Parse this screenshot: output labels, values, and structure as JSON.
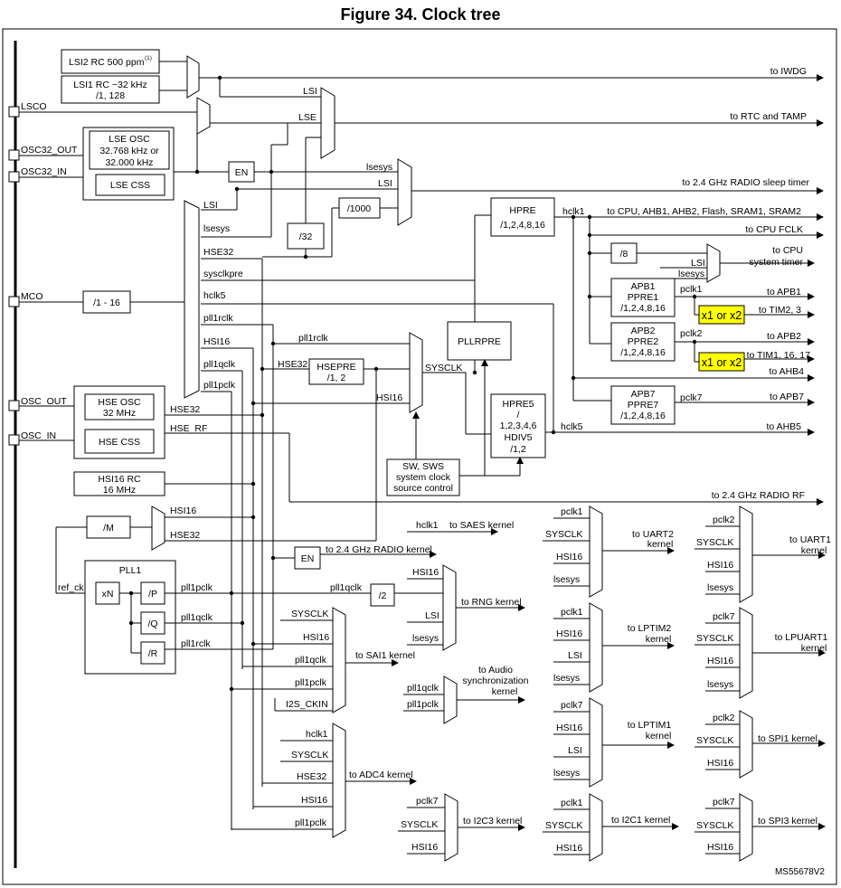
{
  "title": "Figure 34. Clock tree",
  "doc_id": "MS55678V2",
  "pins": {
    "lsco": "LSCO",
    "osc32_out": "OSC32_OUT",
    "osc32_in": "OSC32_IN",
    "mco": "MCO",
    "osc_out": "OSC_OUT",
    "osc_in": "OSC_IN"
  },
  "blocks": {
    "lsi2": "LSI2 RC 500 ppm",
    "lsi2_sup": "(1)",
    "lsi1_l1": "LSI1 RC ~32 kHz",
    "lsi1_l2": "/1, 128",
    "lse_osc_l1": "LSE OSC",
    "lse_osc_l2": "32.768 kHz or",
    "lse_osc_l3": "32.000 kHz",
    "lse_css": "LSE CSS",
    "en": "EN",
    "div32": "/32",
    "div1000": "/1000",
    "mco_div": "/1 - 16",
    "hse_osc_l1": "HSE OSC",
    "hse_osc_l2": "32 MHz",
    "hse_css": "HSE CSS",
    "hsi16_l1": "HSI16 RC",
    "hsi16_l2": "16 MHz",
    "divm": "/M",
    "pll1": "PLL1",
    "xn": "xN",
    "divp": "/P",
    "divq": "/Q",
    "divr": "/R",
    "hsepre_l1": "HSEPRE",
    "hsepre_l2": "/1, 2",
    "pllrpre": "PLLRPRE",
    "hpre_l1": "HPRE",
    "hpre_l2": "/1,2,4,8,16",
    "hpre5_l1": "HPRE5",
    "hpre5_l2": "/",
    "hpre5_l3": "1,2,3,4,6",
    "hpre5_l4": "HDIV5",
    "hpre5_l5": "/1,2",
    "sw_l1": "SW, SWS",
    "sw_l2": "system clock",
    "sw_l3": "source control",
    "div8": "/8",
    "apb1_l1": "APB1",
    "apb1_l2": "PPRE1",
    "apb1_l3": "/1,2,4,8,16",
    "apb2_l1": "APB2",
    "apb2_l2": "PPRE2",
    "apb2_l3": "/1,2,4,8,16",
    "apb7_l1": "APB7",
    "apb7_l2": "PPRE7",
    "apb7_l3": "/1,2,4,8,16",
    "x1x2": "x1 or x2",
    "en2": "EN",
    "div2": "/2"
  },
  "signals": {
    "lsi": "LSI",
    "lse": "LSE",
    "lsesys": "lsesys",
    "hse32": "HSE32",
    "sysclkpre": "sysclkpre",
    "hclk5": "hclk5",
    "pll1rclk": "pll1rclk",
    "hsi16": "HSI16",
    "pll1qclk": "pll1qclk",
    "pll1pclk": "pll1pclk",
    "hse_rf": "HSE_RF",
    "ref_ck": "ref_ck",
    "sysclk": "SYSCLK",
    "hclk1": "hclk1",
    "pclk1": "pclk1",
    "pclk2": "pclk2",
    "pclk7": "pclk7",
    "i2s_ckin": "I2S_CKIN"
  },
  "outputs": {
    "iwdg": "to IWDG",
    "rtc": "to RTC and TAMP",
    "radio_sleep": "to 2.4 GHz RADIO sleep timer",
    "cpu_ahb": "to CPU, AHB1, AHB2, Flash, SRAM1, SRAM2",
    "cpu_fclk": "to CPU FCLK",
    "cpu_systimer_l1": "to CPU",
    "cpu_systimer_l2": "system timer",
    "apb1": "to APB1",
    "tim23": "to TIM2, 3",
    "apb2": "to APB2",
    "tim11617": "to TIM1, 16, 17",
    "ahb4": "to AHB4",
    "apb7": "to APB7",
    "ahb5": "to AHB5",
    "radio_rf": "to 2.4 GHz RADIO RF",
    "saes": "to SAES kernel",
    "radio_kernel": "to 2.4 GHz RADIO kernel",
    "rng": "to RNG kernel",
    "sai1": "to SAI1 kernel",
    "audio_l1": "to Audio",
    "audio_l2": "synchronization",
    "audio_l3": "kernel",
    "adc4": "to ADC4 kernel",
    "i2c3": "to I2C3 kernel",
    "uart2_l1": "to UART2",
    "uart2_l2": "kernel",
    "lptim2_l1": "to LPTIM2",
    "lptim2_l2": "kernel",
    "lptim1_l1": "to LPTIM1",
    "lptim1_l2": "kernel",
    "i2c1": "to I2C1 kernel",
    "uart1_l1": "to UART1",
    "uart1_l2": "kernel",
    "lpuart1_l1": "to LPUART1",
    "lpuart1_l2": "kernel",
    "spi1": "to SPI1 kernel",
    "spi3": "to SPI3 kernel"
  }
}
